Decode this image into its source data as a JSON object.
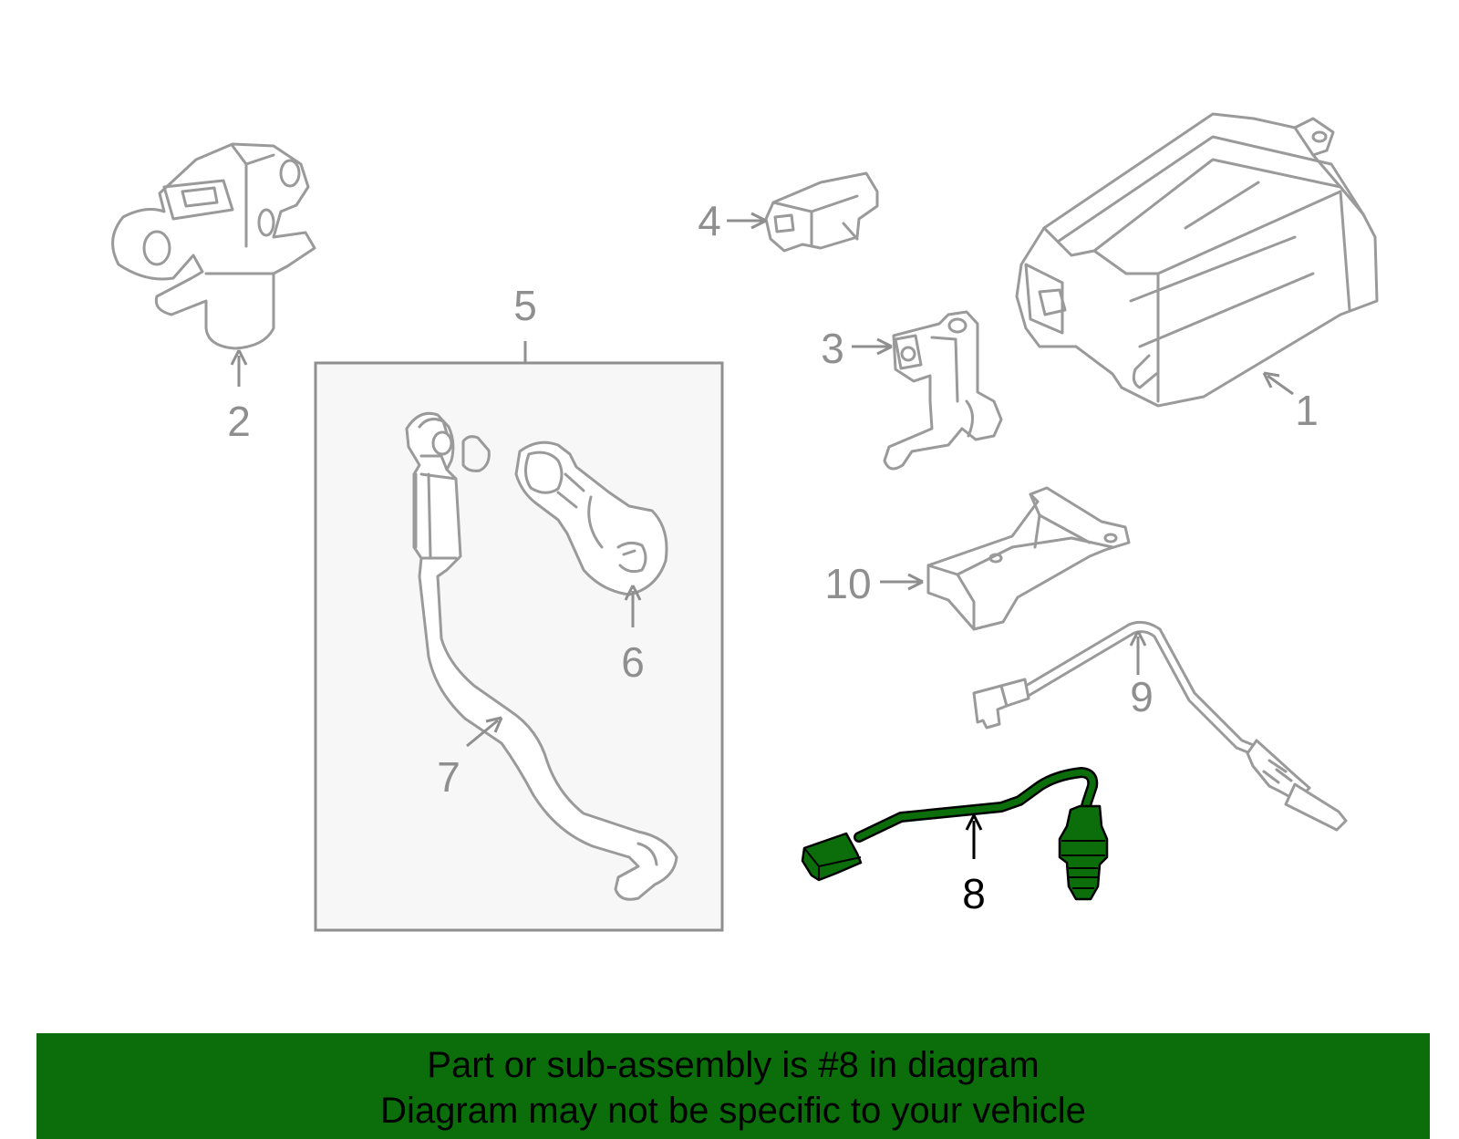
{
  "diagram": {
    "callouts": [
      "1",
      "2",
      "3",
      "4",
      "5",
      "6",
      "7",
      "8",
      "9",
      "10"
    ],
    "highlight_callout": "8",
    "colors": {
      "line_art": "#9a9a9a",
      "highlight_part": "#0b6e0b",
      "group_box_fill": "#f7f7f7",
      "banner": "#0b6e0b"
    }
  },
  "banner": {
    "line1": "Part or sub-assembly is #8 in diagram",
    "line2": "Diagram may not be specific to your vehicle"
  }
}
